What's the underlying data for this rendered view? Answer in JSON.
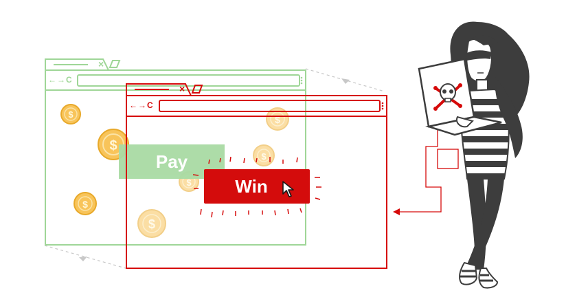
{
  "scene": {
    "background": "#ffffff",
    "green_window": {
      "nav_label": "←→C",
      "close_label": "×",
      "color": "#9fd697"
    },
    "red_window": {
      "nav_label": "←→C",
      "close_label": "×",
      "color": "#d60a0a"
    },
    "pay_button": {
      "label": "Pay",
      "color": "#a9dba4"
    },
    "win_button": {
      "label": "Win",
      "color": "#d40c0c"
    },
    "coin_symbol": "$",
    "attacker": {
      "laptop_icon": "skull-crossbones-icon",
      "shirt": "striped",
      "mask": "eye-mask"
    },
    "colors": {
      "green": "#9fd697",
      "red": "#d60a0a",
      "coin": "#f3b83c",
      "dark": "#3d3d3d",
      "dashed": "#cccccc"
    }
  }
}
